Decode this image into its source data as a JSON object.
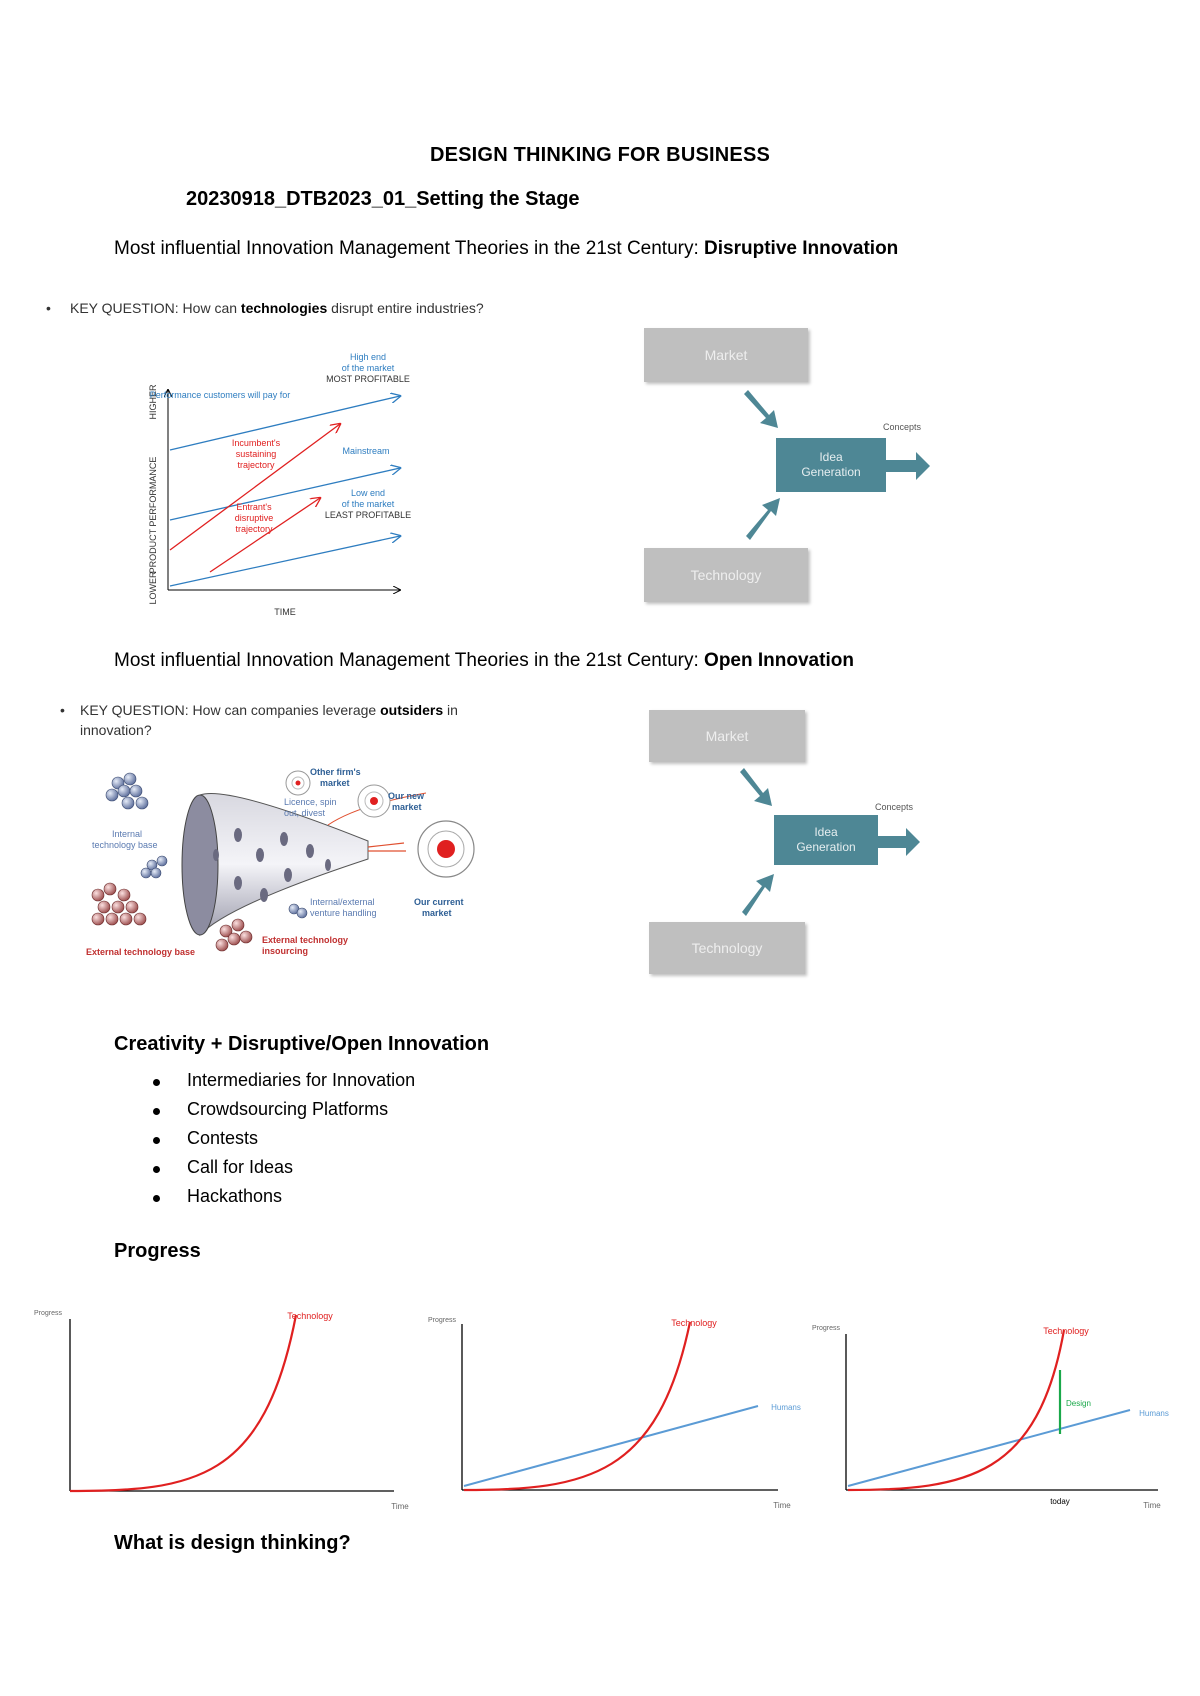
{
  "doc": {
    "title": "DESIGN THINKING FOR BUSINESS",
    "subtitle": "20230918_DTB2023_01_Setting the Stage",
    "theory1_prefix": "Most influential Innovation Management Theories in the 21st Century: ",
    "theory1_bold": "Disruptive Innovation",
    "theory2_prefix": "Most influential Innovation Management Theories in the 21st Century: ",
    "theory2_bold": "Open Innovation",
    "creativity_heading": "Creativity + Disruptive/Open Innovation",
    "bullets": [
      "Intermediaries for Innovation",
      "Crowdsourcing Platforms",
      "Contests",
      "Call for Ideas",
      "Hackathons"
    ],
    "progress_heading": "Progress",
    "design_heading": "What is design thinking?"
  },
  "disruptive": {
    "key_prefix": "KEY QUESTION: How can ",
    "key_bold": "technologies",
    "key_suffix": " disrupt entire industries?",
    "y_axis": "PRODUCT PERFORMANCE",
    "y_top": "HIGHER",
    "y_bottom": "LOWER",
    "x_axis": "TIME",
    "perf_label": "Performance customers will pay for",
    "high_end_1": "High end",
    "high_end_2": "of the market",
    "high_end_3": "MOST PROFITABLE",
    "mainstream": "Mainstream",
    "low_end_1": "Low end",
    "low_end_2": "of the market",
    "low_end_3": "LEAST PROFITABLE",
    "incumbent_1": "Incumbent's",
    "incumbent_2": "sustaining",
    "incumbent_3": "trajectory",
    "entrant_1": "Entrant's",
    "entrant_2": "disruptive",
    "entrant_3": "trajectory",
    "flow_market": "Market",
    "flow_idea_1": "Idea",
    "flow_idea_2": "Generation",
    "flow_tech": "Technology",
    "flow_concepts": "Concepts"
  },
  "open": {
    "key_prefix": "KEY QUESTION: How can companies leverage ",
    "key_bold": "outsiders",
    "key_suffix": " in",
    "key_line2": "innovation?",
    "internal_base_1": "Internal",
    "internal_base_2": "technology base",
    "external_base": "External technology base",
    "ext_insourcing_1": "External technology",
    "ext_insourcing_2": "insourcing",
    "venture_1": "Internal/external",
    "venture_2": "venture handling",
    "other_market_1": "Other firm's",
    "other_market_2": "market",
    "licence_1": "Licence, spin",
    "licence_2": "out, divest",
    "new_market_1": "Our new",
    "new_market_2": "market",
    "current_market_1": "Our current",
    "current_market_2": "market",
    "flow_market": "Market",
    "flow_idea_1": "Idea",
    "flow_idea_2": "Generation",
    "flow_tech": "Technology",
    "flow_concepts": "Concepts"
  },
  "progress": {
    "y_label": "Progress",
    "x_label": "Time",
    "technology": "Technology",
    "humans": "Humans",
    "design": "Design",
    "today": "today"
  },
  "colors": {
    "blue": "#2e7dc0",
    "red": "#e02020",
    "teal": "#4e8795",
    "grey": "#bfbfbf",
    "green": "#1aa84a"
  }
}
